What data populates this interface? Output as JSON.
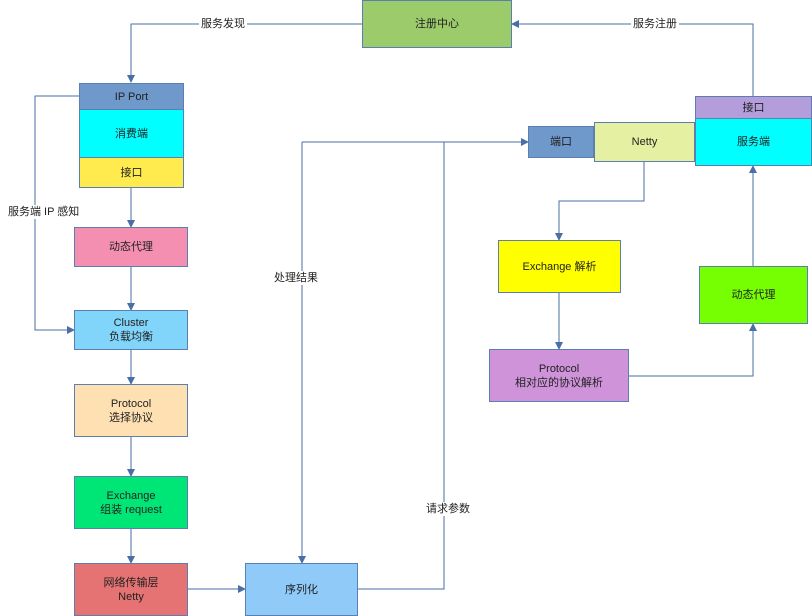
{
  "nodes": {
    "registry": {
      "lines": [
        "注册中心"
      ],
      "fill": "#9bcb6b"
    },
    "consumer_ipport": {
      "lines": [
        "IP Port"
      ],
      "fill": "#6f98cb"
    },
    "consumer": {
      "lines": [
        "消费端"
      ],
      "fill": "#00ffff"
    },
    "consumer_interface": {
      "lines": [
        "接口"
      ],
      "fill": "#ffeb4d"
    },
    "consumer_proxy": {
      "lines": [
        "动态代理"
      ],
      "fill": "#f48fb1"
    },
    "cluster": {
      "lines": [
        "Cluster",
        "负载均衡"
      ],
      "fill": "#81d4fa"
    },
    "protocol_select": {
      "lines": [
        "Protocol",
        "选择协议"
      ],
      "fill": "#ffe0b2"
    },
    "exchange_assemble": {
      "lines": [
        "Exchange",
        "组装   request"
      ],
      "fill": "#00e676"
    },
    "transport": {
      "lines": [
        "网络传输层",
        "Netty"
      ],
      "fill": "#e57373"
    },
    "serialize": {
      "lines": [
        "序列化"
      ],
      "fill": "#90caf9"
    },
    "provider_port": {
      "lines": [
        "端口"
      ],
      "fill": "#6f98cb"
    },
    "provider_netty": {
      "lines": [
        "Netty"
      ],
      "fill": "#e6f0a3"
    },
    "provider_interface": {
      "lines": [
        "接口"
      ],
      "fill": "#b39ddb"
    },
    "provider": {
      "lines": [
        "服务端"
      ],
      "fill": "#00ffff"
    },
    "exchange_parse": {
      "lines": [
        "Exchange  解析"
      ],
      "fill": "#ffff00"
    },
    "protocol_parse": {
      "lines": [
        "Protocol",
        "相对应的协议解析"
      ],
      "fill": "#ce93d8"
    },
    "provider_proxy": {
      "lines": [
        "动态代理"
      ],
      "fill": "#76ff03"
    }
  },
  "edge_labels": {
    "discovery": "服务发现",
    "register": "服务注册",
    "ip_aware": "服务端 IP 感知",
    "result": "处理结果",
    "params": "请求参数"
  },
  "colors": {
    "edge": "#4a6fa5"
  }
}
